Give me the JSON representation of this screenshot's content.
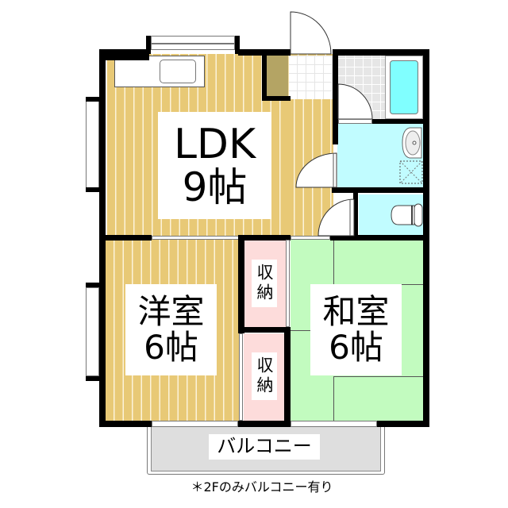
{
  "floorplan": {
    "rooms": {
      "ldk": {
        "name": "LDK",
        "size": "9帖",
        "floor": "wood"
      },
      "western": {
        "name": "洋室",
        "size": "6帖",
        "floor": "wood"
      },
      "japanese": {
        "name": "和室",
        "size": "6帖",
        "floor": "tatami"
      },
      "closet_upper": {
        "name": "収納"
      },
      "closet_lower": {
        "name": "収納"
      },
      "balcony": {
        "name": "バルコニー"
      }
    },
    "fixtures": [
      "kitchen-sink",
      "bathtub",
      "washbasin",
      "washing-machine-space",
      "toilet",
      "refrigerator-space"
    ],
    "note": "＊2Fのみバルコニー有り",
    "colors": {
      "wood": "#e8c976",
      "tatami": "#c2fbbf",
      "closet": "#fddcdb",
      "wet_area": "#c1fcff",
      "bathtub": "#80ffff",
      "balcony": "#dedede",
      "fridge": "#b4a464",
      "wall": "#000000"
    }
  }
}
